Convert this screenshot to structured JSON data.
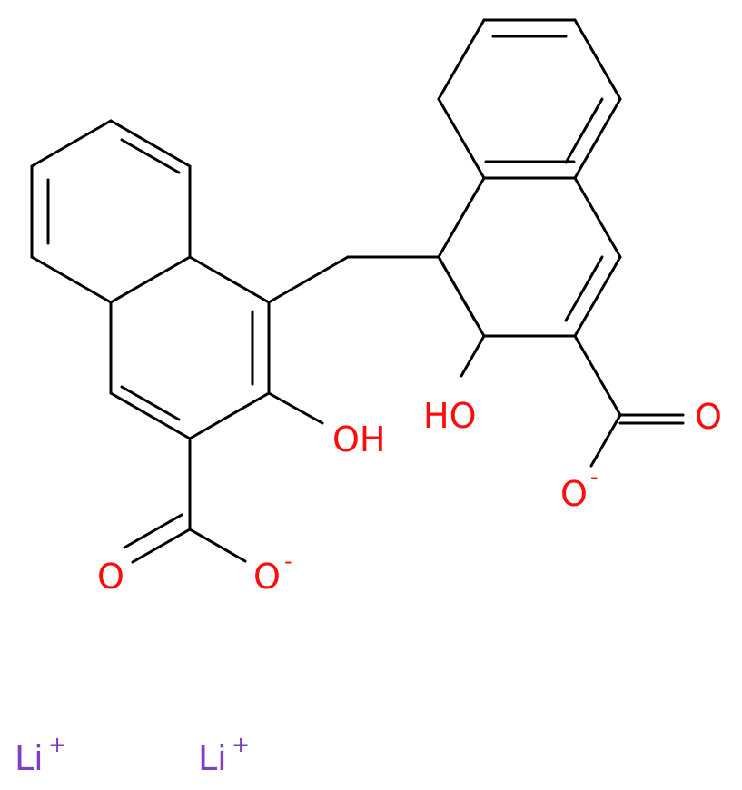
{
  "colors": {
    "bond": "#000000",
    "oxygen": "#ff0d0d",
    "lithium": "#7f3fbf"
  },
  "atoms": {
    "hydroxyl_left": "OH",
    "hydroxyl_right": "HO",
    "carbonyl_o_left": "O",
    "carboxylate_o_left": "O",
    "carbonyl_o_right": "O",
    "carboxylate_o_right": "O",
    "lithium_1": "Li",
    "lithium_2": "Li"
  },
  "charges": {
    "carboxylate_left": "-",
    "carboxylate_right": "-",
    "lithium_1": "+",
    "lithium_2": "+"
  }
}
